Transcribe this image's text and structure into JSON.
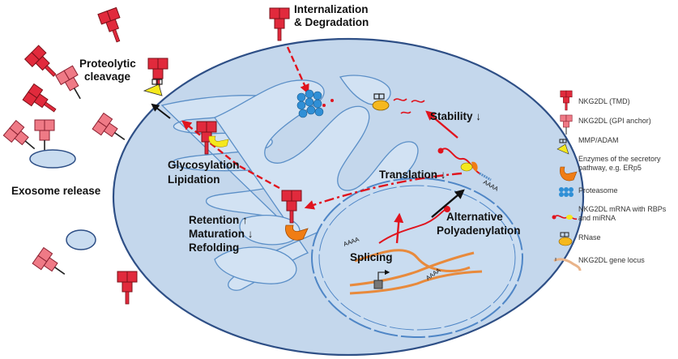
{
  "labels": {
    "internalization": [
      "Internalization",
      "& Degradation"
    ],
    "proteolytic": [
      "Proteolytic",
      "cleavage"
    ],
    "exosome": "Exosome release",
    "glycosylation": [
      "Glycosylation",
      "Lipidation"
    ],
    "retention": [
      "Retention ↑",
      "Maturation ↓",
      "Refolding"
    ],
    "stability": "Stability ↓",
    "translation": "Translation ↓",
    "alt_polyadenylation": [
      "Alternative",
      "Polyadenylation"
    ],
    "splicing": "Splicing",
    "polyA": "AAAA"
  },
  "legend": [
    {
      "icon": "tmd-icon",
      "text": [
        "NKG2DL (TMD)"
      ]
    },
    {
      "icon": "gpi-anchor-icon",
      "text": [
        "NKG2DL (GPI anchor)"
      ]
    },
    {
      "icon": "mmp-adam-icon",
      "text": [
        "MMP/ADAM"
      ]
    },
    {
      "icon": "secretory-enzyme-icon",
      "text": [
        "Enzymes of the secretory",
        "pathway, e.g. ERp5"
      ]
    },
    {
      "icon": "proteasome-icon",
      "text": [
        "Proteasome"
      ]
    },
    {
      "icon": "mrna-icon",
      "text": [
        "NKG2DL mRNA with RBPs",
        "and miRNA"
      ]
    },
    {
      "icon": "rnase-icon",
      "text": [
        "RNase"
      ]
    },
    {
      "icon": "gene-locus-icon",
      "text": [
        "NKG2DL gene locus"
      ]
    }
  ],
  "colors": {
    "cell_fill": "#c4d7ec",
    "cell_stroke": "#2e4f86",
    "er": "#5b8fc7",
    "nucleus_stroke": "#4f86c6",
    "nkg2dl_tmd": "#e12a3c",
    "nkg2dl_gpi": "#ef7a86",
    "arrow_red": "#e0141e",
    "enzyme_orange": "#f07d14",
    "mmp_yellow": "#f5e81e",
    "proteasome_blue": "#2f8fd6",
    "dna_orange": "#e88a3c"
  }
}
